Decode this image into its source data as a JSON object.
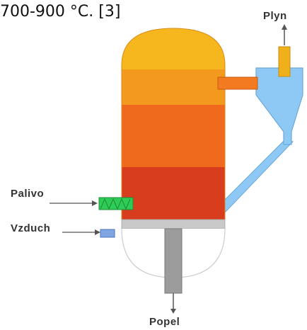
{
  "caption": "700-900 °C. [3]",
  "labels": {
    "gas_out": "Plyn",
    "fuel_in": "Palivo",
    "air_in": "Vzduch",
    "ash_out": "Popel"
  },
  "colors": {
    "zone_top": "#f6b61d",
    "zone_2": "#f39a1e",
    "zone_3": "#ef6a1d",
    "zone_4": "#e84f1c",
    "zone_5": "#d83e1e",
    "cyclone": "#8ec8f4",
    "gas_pipe": "#f0b01c",
    "connector": "#f27a20",
    "fuel_feeder": "#2ecc55",
    "air_inlet": "#7fa6e2",
    "grate": "#c9c9c9",
    "ash_pipe": "#9c9c9c"
  }
}
